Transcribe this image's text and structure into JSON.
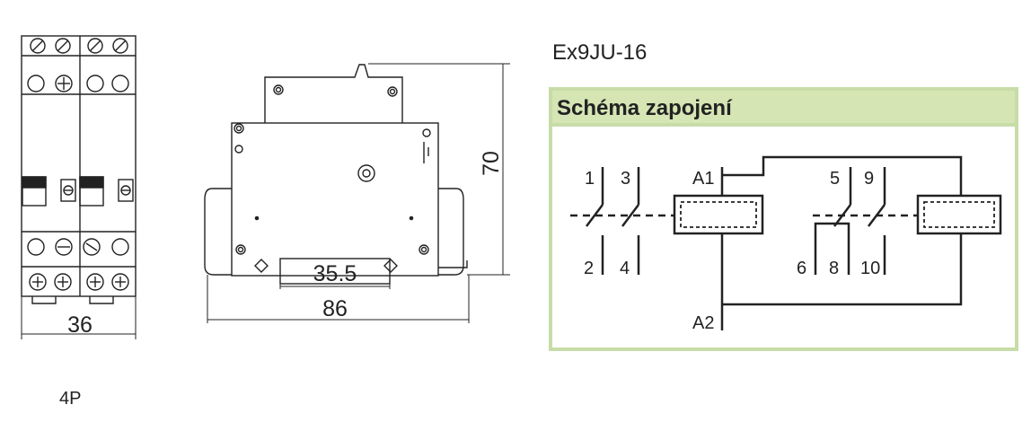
{
  "product": {
    "code": "Ex9JU-16"
  },
  "variant": "4P",
  "schema": {
    "title": "Schéma zapojení"
  },
  "dimensions": {
    "width": "36",
    "depth": "86",
    "rail": "35.5",
    "height": "70"
  },
  "terminals": {
    "t1": "1",
    "t3": "3",
    "t5": "5",
    "t9": "9",
    "t2": "2",
    "t4": "4",
    "t6": "6",
    "t8": "8",
    "t10": "10",
    "a1": "A1",
    "a2": "A2"
  },
  "colors": {
    "header_bg": "#d5e5b4",
    "frame": "#c8dca8",
    "ink": "#222222"
  }
}
